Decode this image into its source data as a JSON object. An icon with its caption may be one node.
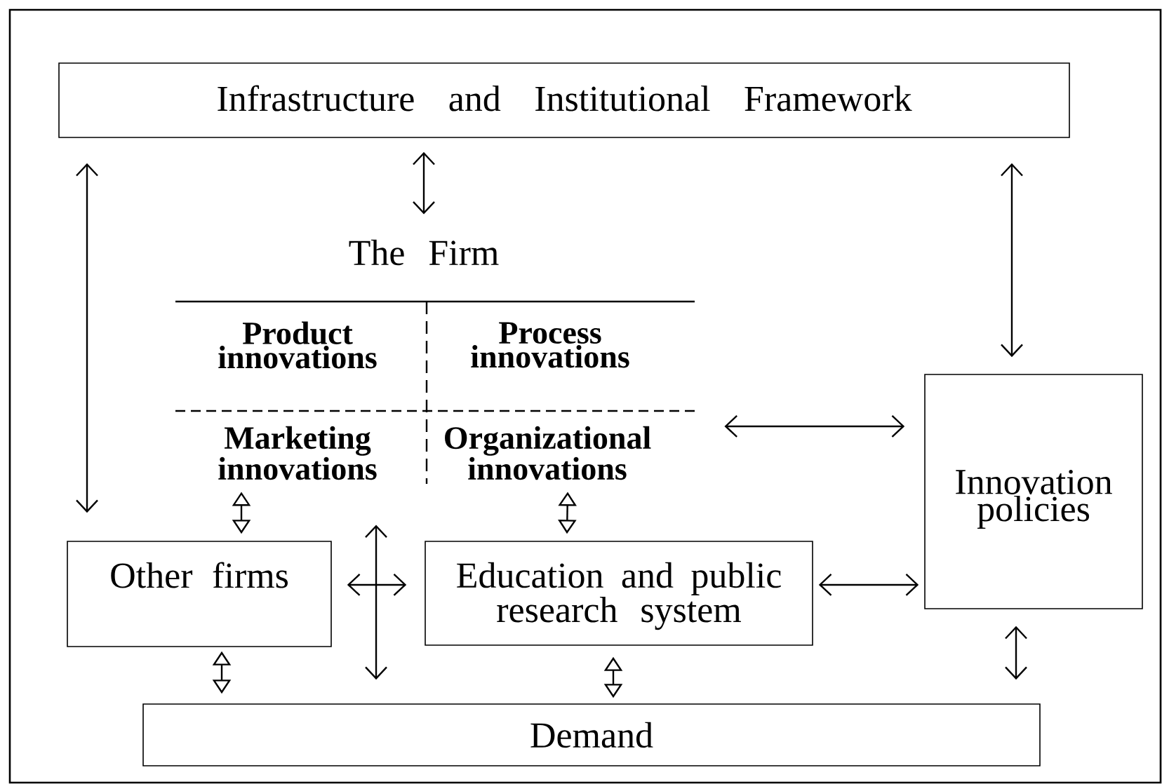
{
  "diagram": {
    "nodes": [
      {
        "text": [
          "Infrastructure and Institutional Framework"
        ]
      },
      {
        "text": [
          "The Firm"
        ]
      },
      {
        "text": [
          "Product innovations"
        ]
      },
      {
        "text": [
          "Process innovations"
        ]
      },
      {
        "text": [
          "Marketing innovations"
        ]
      },
      {
        "text": [
          "Organizational innovations"
        ]
      },
      {
        "text": [
          "Other firms"
        ]
      },
      {
        "text": [
          "Education and public research system"
        ]
      },
      {
        "text": [
          "Innovation policies"
        ]
      },
      {
        "text": [
          "Demand"
        ]
      }
    ],
    "edges": [
      {
        "from": 0,
        "to": 1,
        "arrow": "both"
      },
      {
        "from": 0,
        "to": 6,
        "arrow": "both"
      },
      {
        "from": 0,
        "to": 8,
        "arrow": "both"
      },
      {
        "from": 4,
        "to": 6,
        "arrow": "both"
      },
      {
        "from": 5,
        "to": 7,
        "arrow": "both"
      },
      {
        "from": 5,
        "to": 8,
        "arrow": "both"
      },
      {
        "from": 6,
        "to": 7,
        "arrow": "both"
      },
      {
        "from": 4,
        "to": 9,
        "arrow": "both"
      },
      {
        "from": 7,
        "to": 8,
        "arrow": "both"
      },
      {
        "from": 6,
        "to": 9,
        "arrow": "both"
      },
      {
        "from": 7,
        "to": 9,
        "arrow": "both"
      },
      {
        "from": 8,
        "to": 9,
        "arrow": "both"
      }
    ]
  }
}
